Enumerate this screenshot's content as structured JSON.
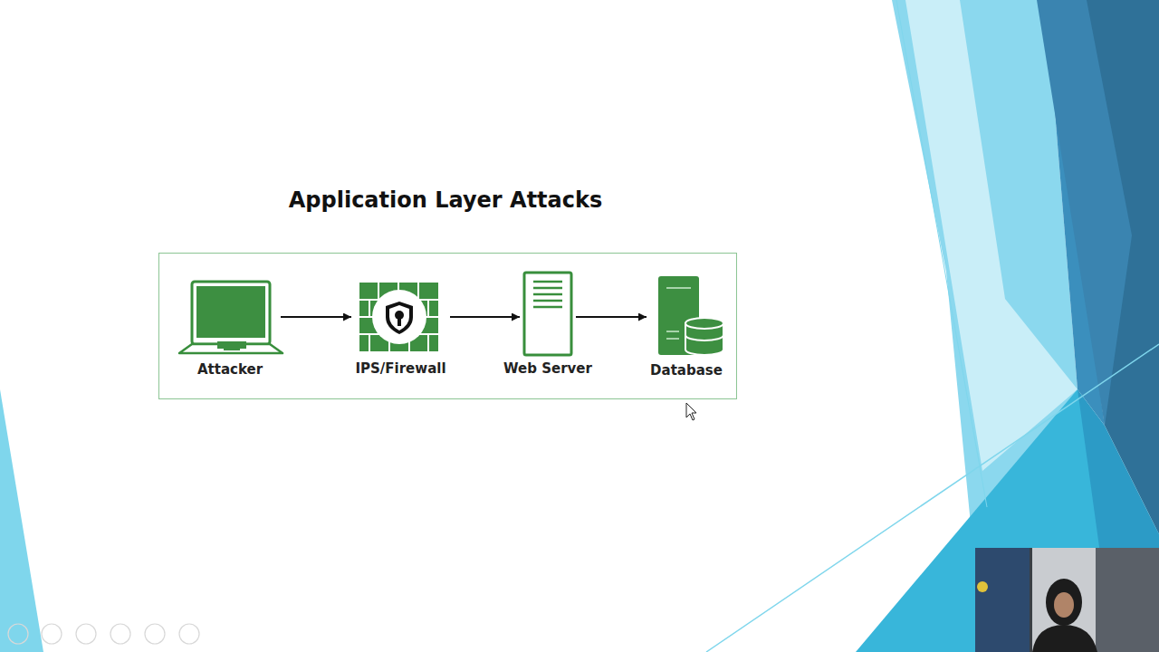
{
  "diagram": {
    "title": "Application Layer Attacks",
    "nodes": [
      {
        "text": [
          "Attacker"
        ]
      },
      {
        "text": [
          "IPS/Firewall"
        ]
      },
      {
        "text": [
          "Web Server"
        ]
      },
      {
        "text": [
          "Database"
        ]
      }
    ],
    "edges": [
      {
        "from": 0,
        "to": 1,
        "arrow": "to"
      },
      {
        "from": 1,
        "to": 2,
        "arrow": "to"
      },
      {
        "from": 2,
        "to": 3,
        "arrow": "to"
      }
    ]
  }
}
